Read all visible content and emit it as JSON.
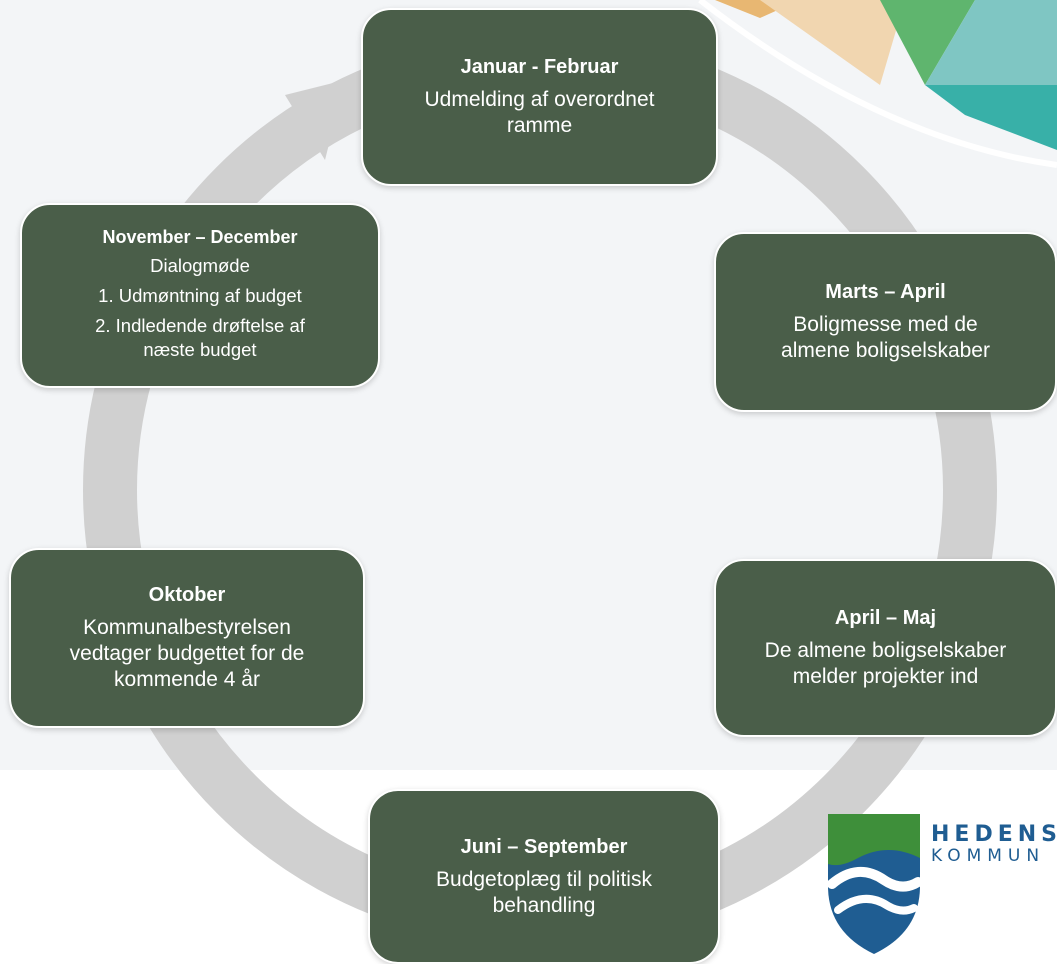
{
  "colors": {
    "box_fill": "#4a5e49",
    "cycle_ring": "#d0d0d0",
    "background": "#f3f5f7",
    "logo_blue": "#1f5d92",
    "logo_green": "#3e8f3a"
  },
  "steps": [
    {
      "title": "Januar - Februar",
      "lines": [
        "Udmelding af overordnet",
        "ramme"
      ]
    },
    {
      "title": "Marts – April",
      "lines": [
        "Boligmesse med de",
        "almene boligselskaber"
      ]
    },
    {
      "title": "April – Maj",
      "lines": [
        "De almene boligselskaber",
        "melder projekter ind"
      ]
    },
    {
      "title": "Juni – September",
      "lines": [
        "Budgetoplæg til politisk",
        "behandling"
      ]
    },
    {
      "title": "Oktober",
      "lines": [
        "Kommunalbestyrelsen",
        "vedtager budgettet for de",
        "kommende 4 år"
      ]
    },
    {
      "title": "November – December",
      "lines": [
        "Dialogmøde",
        "1. Udmøntning af budget",
        "2. Indledende drøftelse af",
        "næste budget"
      ]
    }
  ],
  "logo": {
    "name_line1": "HEDENS",
    "name_line2": "KOMMUN",
    "icon": "hedensted-kommune-emblem"
  },
  "decor": {
    "corner_icon": "colored-triangles-decoration",
    "cycle_icon": "circular-cycle-arrow"
  }
}
